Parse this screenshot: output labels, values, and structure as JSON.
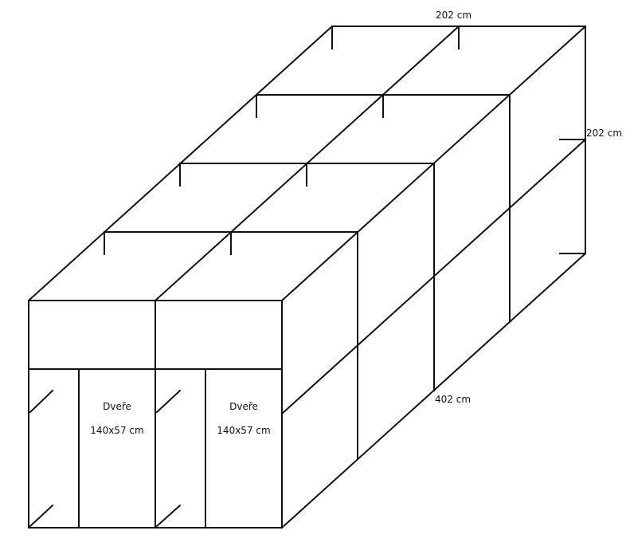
{
  "dimensions": {
    "width_label": "202 cm",
    "height_label": "202 cm",
    "length_label": "402 cm"
  },
  "doors": [
    {
      "label": "Dveře",
      "size": "140x57 cm"
    },
    {
      "label": "Dveře",
      "size": "140x57 cm"
    }
  ]
}
